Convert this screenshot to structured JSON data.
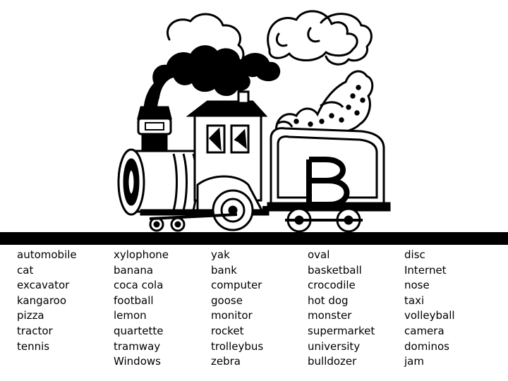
{
  "colors": {
    "ink": "#000000",
    "background": "#ffffff"
  },
  "illustration": {
    "subject": "cartoon steam train with letter B wagon",
    "wagon_letter": "B"
  },
  "word_columns": [
    [
      "automobile",
      "cat",
      "excavator",
      "kangaroo",
      "pizza",
      "tractor",
      "tennis"
    ],
    [
      "xylophone",
      "banana",
      "coca cola",
      "football",
      "lemon",
      "quartette",
      "tramway",
      "Windows"
    ],
    [
      "yak",
      "bank",
      "computer",
      "goose",
      "monitor",
      "rocket",
      "trolleybus",
      "zebra"
    ],
    [
      "oval",
      "basketball",
      "crocodile",
      "hot dog",
      "monster",
      "supermarket",
      "university",
      "bulldozer"
    ],
    [
      "disc",
      "Internet",
      "nose",
      "taxi",
      "volleyball",
      "camera",
      "dominos",
      "jam"
    ]
  ]
}
